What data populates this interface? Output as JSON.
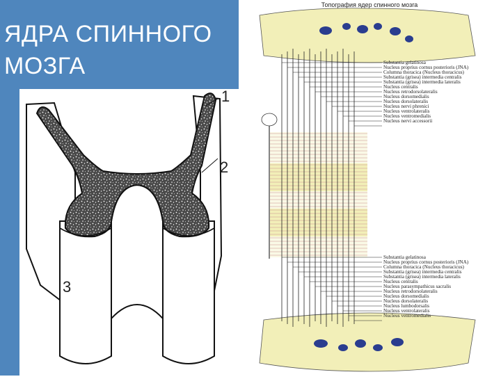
{
  "slide": {
    "title_lines": [
      "ЯДРА СПИННОГО",
      "МОЗГА"
    ],
    "colors": {
      "panel": "#4f86bd",
      "title": "#ffffff",
      "gray_matter": "#5a5a5a",
      "topo_yellow": "#f2efb8",
      "topo_blue": "#2a3d8f"
    }
  },
  "left_figure": {
    "labels": [
      "1",
      "2",
      "3"
    ]
  },
  "right_figure": {
    "title": "Топография ядер спинного мозга",
    "labels_upper": [
      "Substantia gelatinosa",
      "Nucleus proprius cornus posterioris (JNA)",
      "Columna thoracica (Nucleus thoracicus)",
      "Substantia (grisea) intermedia centralis",
      "Substantia (grisea) intermedia lateralis",
      "Nucleus centralis",
      "Nucleus retrodorsolateralis",
      "Nucleus dorsomedialis",
      "Nucleus dorsolateralis",
      "Nucleus nervi phrenici",
      "Nucleus ventrolateralis",
      "Nucleus ventromedialis",
      "Nucleus nervi accessorii"
    ],
    "labels_lower": [
      "Substantia gelatinosa",
      "Nucleus proprius cornus posterioris (JNA)",
      "Columna thoracica (Nucleus thoracicus)",
      "Substantia (grisea) intermedia centralis",
      "Substantia (grisea) intermedia lateralis",
      "Nucleus centralis",
      "Nucleus parasympathicus sacralis",
      "Nucleus retrodorsolateralis",
      "Nucleus dorsomedialis",
      "Nucleus dorsolateralis",
      "Nucleus lumbodorsalis",
      "Nucleus ventrolateralis",
      "Nucleus ventromedialis"
    ]
  }
}
